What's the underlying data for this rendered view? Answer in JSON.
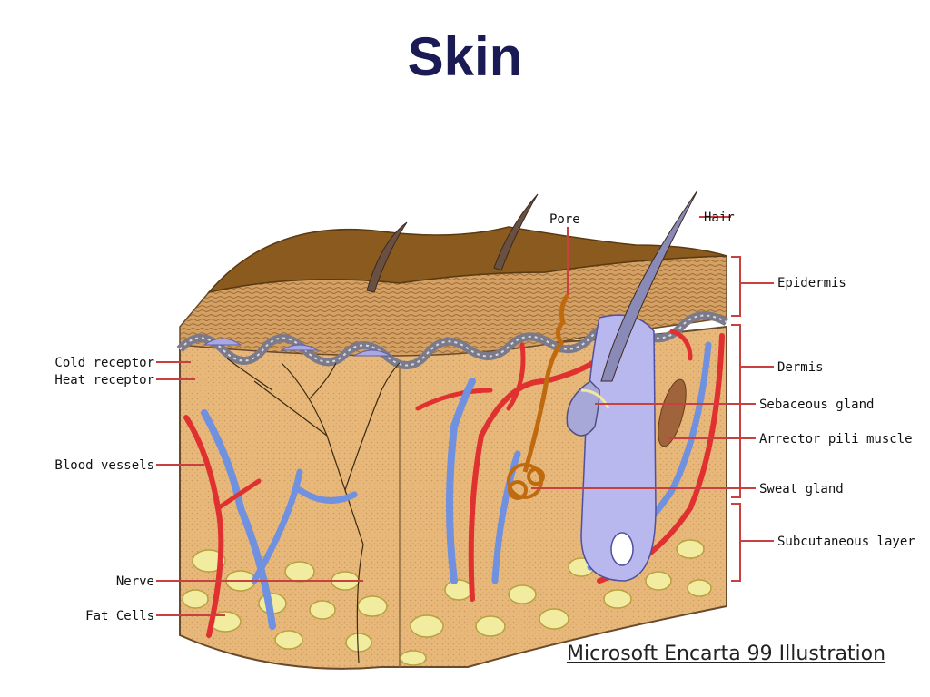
{
  "title": "Skin",
  "credit": "Microsoft Encarta 99 Illustration",
  "labels": {
    "pore": "Pore",
    "hair": "Hair",
    "epidermis": "Epidermis",
    "dermis": "Dermis",
    "sebaceous_gland": "Sebaceous gland",
    "arrector_pili_muscle": "Arrector pili muscle",
    "sweat_gland": "Sweat gland",
    "subcutaneous_layer": "Subcutaneous layer",
    "cold_receptor": "Cold receptor",
    "heat_receptor": "Heat receptor",
    "blood_vessels": "Blood vessels",
    "nerve": "Nerve",
    "fat_cells": "Fat Cells"
  },
  "colors": {
    "title": "#1a1a55",
    "epidermis_top": "#8a5a1e",
    "epidermis_layers": "#c8925a",
    "dermis": "#e8b87a",
    "dermis_dark": "#c99a60",
    "fat_cell": "#f2eca0",
    "artery": "#e03030",
    "vein": "#7090e0",
    "basal_membrane": "#7a7a8a",
    "receptor": "#a8a8e8",
    "sweat_gland": "#c06a10",
    "hair": "#6a5040",
    "follicle": "#b8b8ee",
    "arrector_muscle": "#a0643c",
    "leader_line": "#c84040"
  }
}
